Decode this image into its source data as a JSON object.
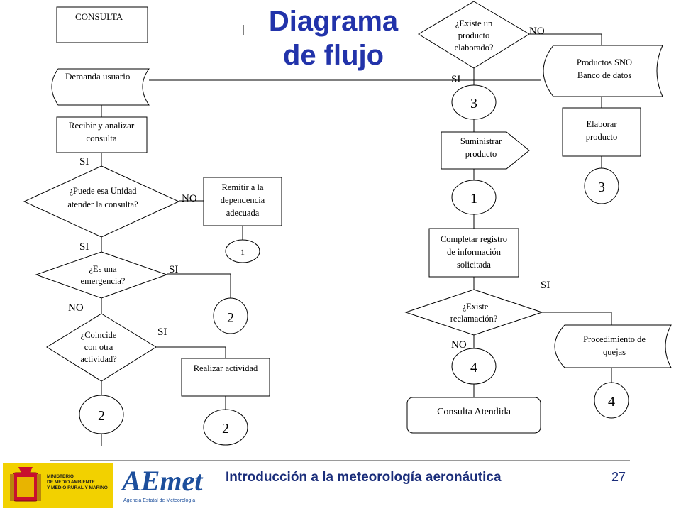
{
  "title": [
    "Diagrama",
    "de flujo"
  ],
  "nodes": {
    "consulta": "CONSULTA",
    "demanda": "Demanda usuario",
    "recibir": [
      "Recibir y analizar",
      "consulta"
    ],
    "puede": [
      "¿Puede esa Unidad",
      "atender la consulta?"
    ],
    "remitir": [
      "Remitir a la",
      "dependencia",
      "adecuada"
    ],
    "emergencia": [
      "¿Es una",
      "emergencia?"
    ],
    "coincide": [
      "¿Coincide",
      "con otra",
      "actividad?"
    ],
    "realizar": "Realizar actividad",
    "existe_producto": [
      "¿Existe un",
      "producto",
      "elaborado?"
    ],
    "productos_sno": [
      "Productos SNO",
      "Banco de datos"
    ],
    "elaborar": [
      "Elaborar",
      "producto"
    ],
    "suministrar": [
      "Suministrar",
      "producto"
    ],
    "completar": [
      "Completar registro",
      "de información",
      "solicitada"
    ],
    "reclamacion": [
      "¿Existe",
      "reclamación?"
    ],
    "procedimiento": [
      "Procedimiento de",
      "quejas"
    ],
    "atendida": "Consulta Atendida"
  },
  "connectors": {
    "c1_left": "1",
    "c2_emergencia": "2",
    "c2_bottom": "2",
    "c2_realizar": "2",
    "c3_main": "3",
    "c3_elaborar": "3",
    "c1_main": "1",
    "c4_main": "4",
    "c4_quejas": "4"
  },
  "labels": {
    "si_recibir": "SI",
    "no_puede": "NO",
    "si_puede": "SI",
    "si_emergencia": "SI",
    "no_emergencia": "NO",
    "si_coincide": "SI",
    "no_producto": "NO",
    "si_producto": "SI",
    "si_reclamacion": "SI",
    "no_reclamacion": "NO"
  },
  "footer": {
    "course": "Introducción a la meteorología aeronáutica",
    "page": "27",
    "ministry": "MINISTERIO\nDE MEDIO AMBIENTE\nY MEDIO RURAL Y MARINO",
    "aemet_logo": "AEmet",
    "aemet_name": "Agencia Estatal de Meteorología"
  },
  "colors": {
    "title": "#2233aa",
    "footer_text": "#1a2d7a",
    "ministry_band": "#f2d100",
    "aemet": "#1d4f9c"
  }
}
